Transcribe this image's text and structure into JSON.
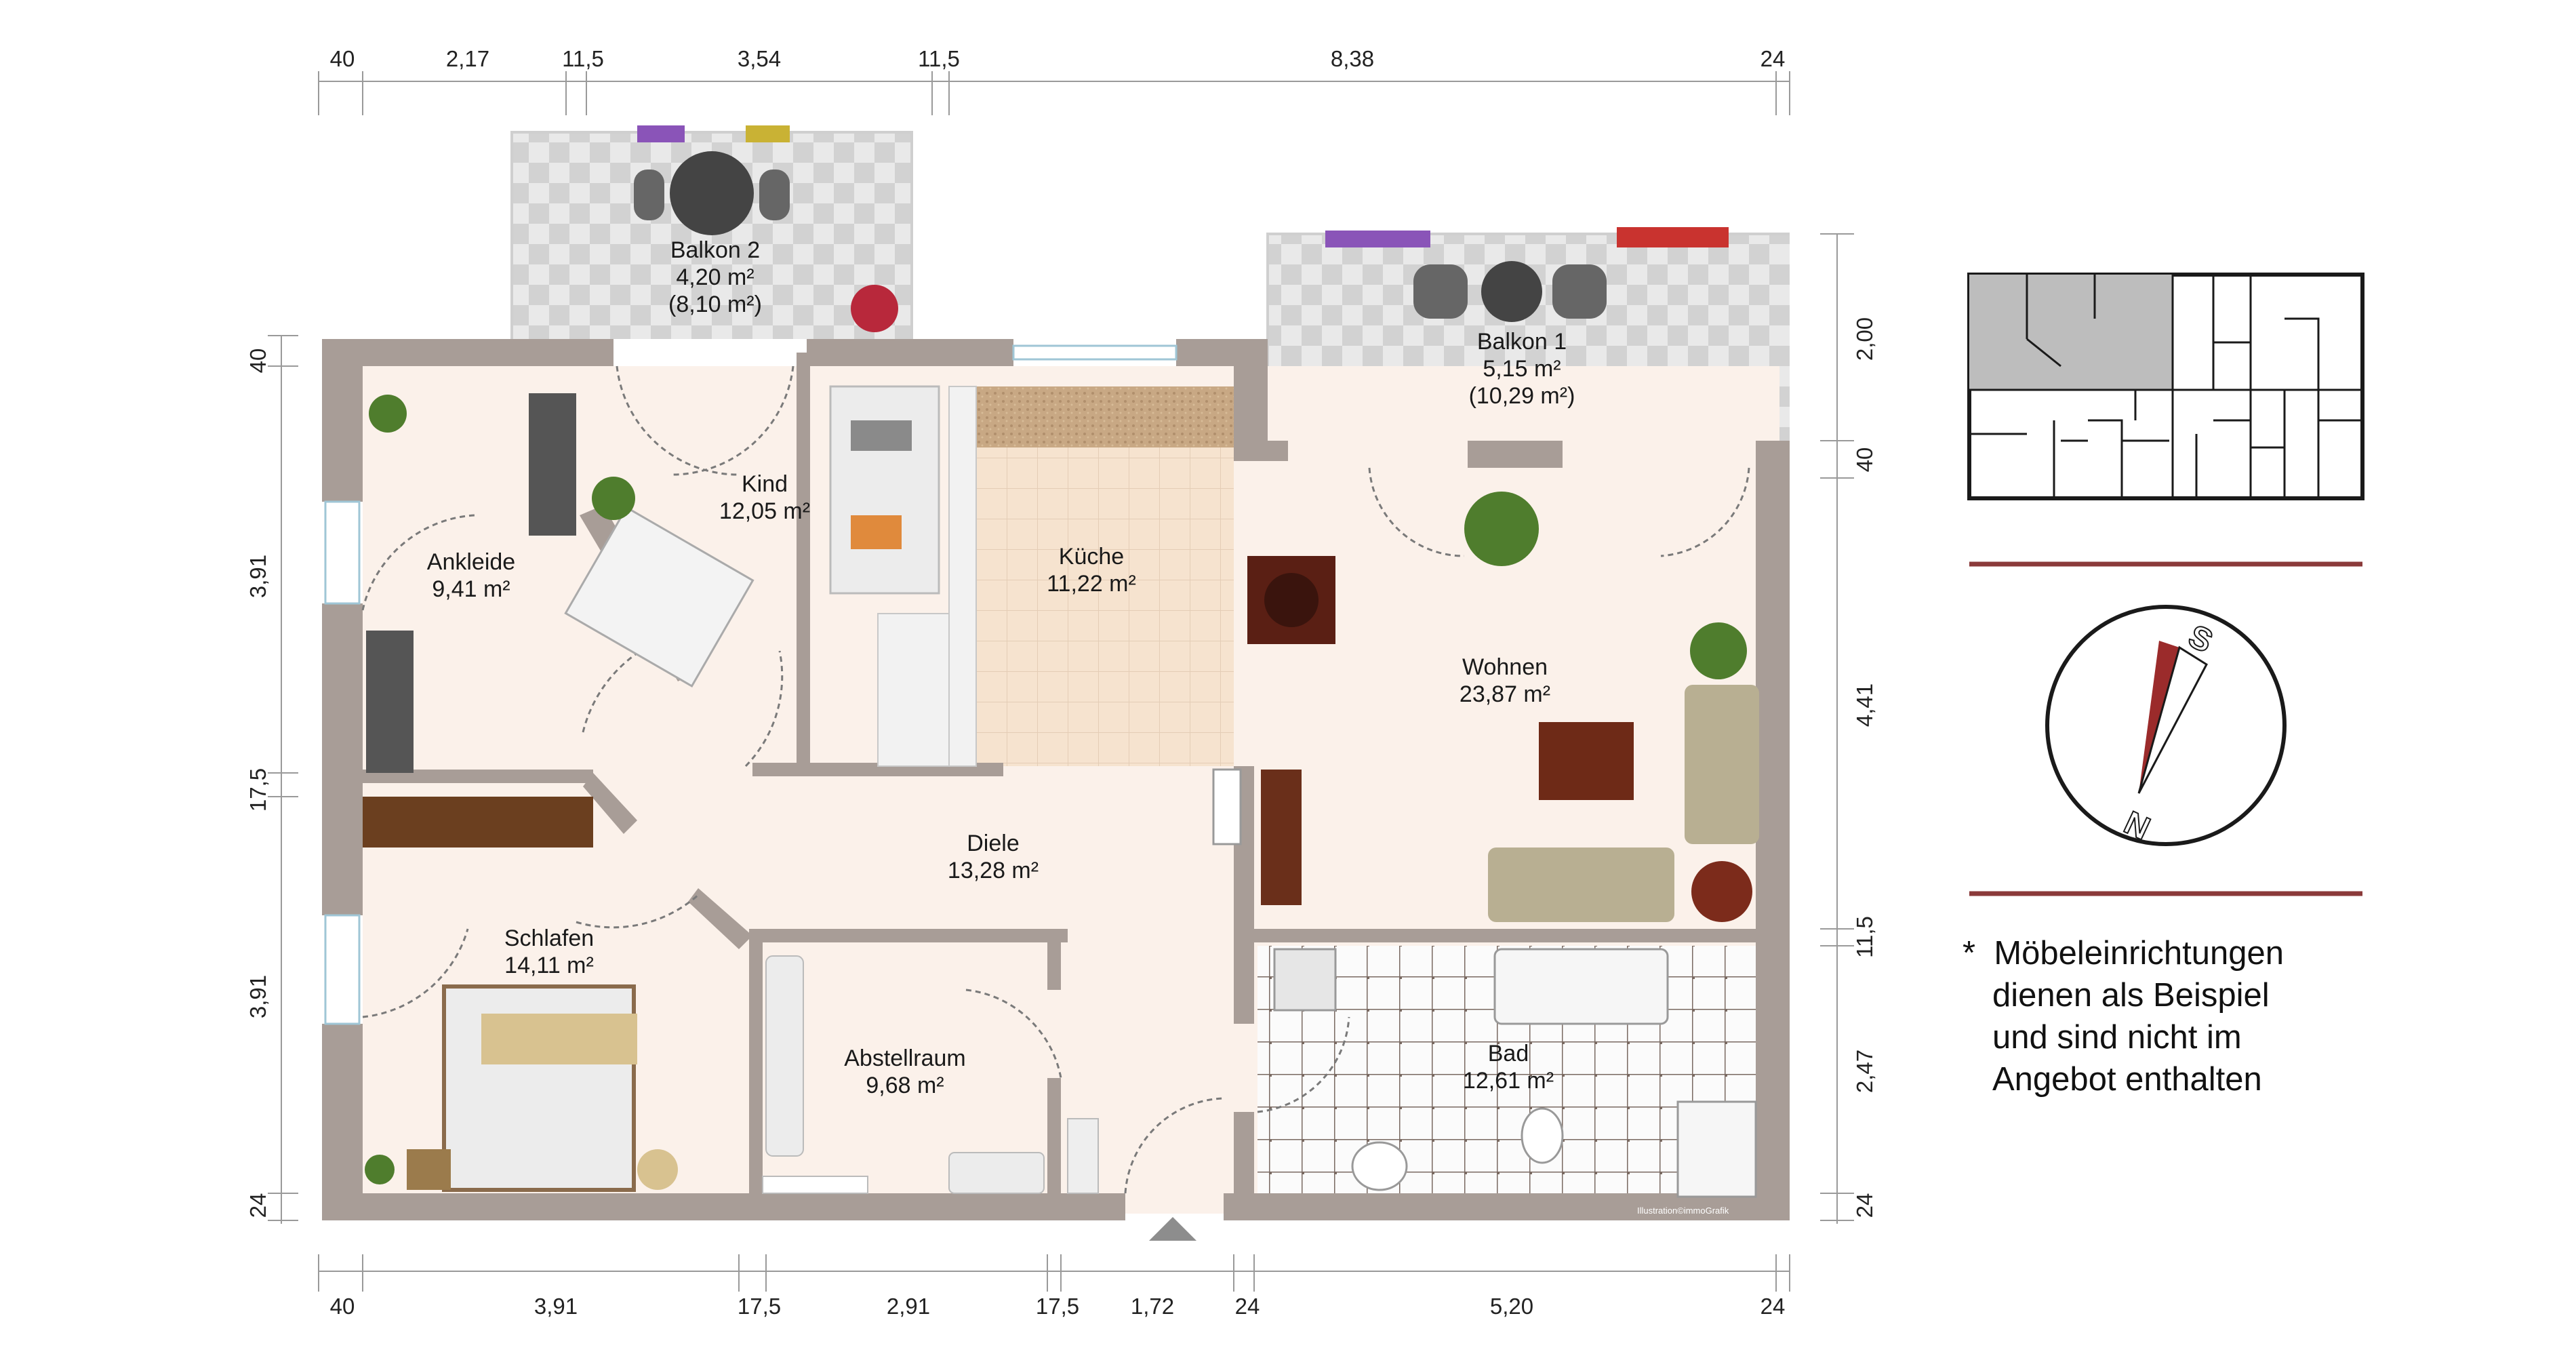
{
  "rooms": {
    "balkon2": {
      "name": "Balkon 2",
      "area": "4,20 m²",
      "area_alt": "(8,10 m²)"
    },
    "balkon1": {
      "name": "Balkon 1",
      "area": "5,15 m²",
      "area_alt": "(10,29 m²)"
    },
    "kind": {
      "name": "Kind",
      "area": "12,05 m²"
    },
    "ankleide": {
      "name": "Ankleide",
      "area": "9,41 m²"
    },
    "kueche": {
      "name": "Küche",
      "area": "11,22 m²"
    },
    "wohnen": {
      "name": "Wohnen",
      "area": "23,87 m²"
    },
    "diele": {
      "name": "Diele",
      "area": "13,28 m²"
    },
    "schlafen": {
      "name": "Schlafen",
      "area": "14,11 m²"
    },
    "abstellraum": {
      "name": "Abstellraum",
      "area": "9,68 m²"
    },
    "bad": {
      "name": "Bad",
      "area": "12,61 m²"
    }
  },
  "dimensions": {
    "top": [
      "40",
      "2,17",
      "11,5",
      "3,54",
      "11,5",
      "8,38",
      "24"
    ],
    "bottom": [
      "40",
      "3,91",
      "17,5",
      "2,91",
      "17,5",
      "1,72",
      "24",
      "5,20",
      "24"
    ],
    "left": [
      "40",
      "3,91",
      "17,5",
      "3,91",
      "24"
    ],
    "right": [
      "2,00",
      "40",
      "4,41",
      "11,5",
      "2,47",
      "24"
    ]
  },
  "compass": {
    "north": "N",
    "south": "S"
  },
  "note": {
    "asterisk": "*",
    "lines": [
      "Möbeleinrichtungen",
      "dienen als Beispiel",
      "und sind nicht im",
      "Angebot enthalten"
    ]
  },
  "credit": "Illustration©immoGrafik",
  "colors": {
    "wall": "#a89d97",
    "floor": "#fbf1ea",
    "tile": "#d8d8d8",
    "accent_line": "#8b3a3a"
  }
}
